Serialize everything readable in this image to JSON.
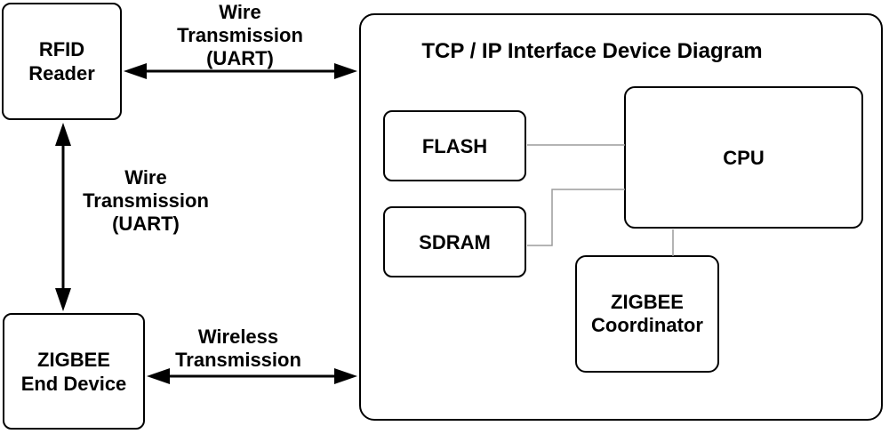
{
  "diagram": {
    "title": "TCP / IP Interface Device Diagram",
    "nodes": {
      "rfid_reader": {
        "label": "RFID\nReader"
      },
      "zigbee_end_device": {
        "label": "ZIGBEE\nEnd Device"
      },
      "flash": {
        "label": "FLASH"
      },
      "sdram": {
        "label": "SDRAM"
      },
      "cpu": {
        "label": "CPU"
      },
      "zigbee_coordinator": {
        "label": "ZIGBEE\nCoordinator"
      }
    },
    "connections": {
      "rfid_to_device": {
        "label": "Wire\nTransmission\n(UART)",
        "style": "double-headed-arrow"
      },
      "rfid_to_zigbee_end": {
        "label": "Wire\nTransmission\n(UART)",
        "style": "double-headed-arrow"
      },
      "zigbee_end_to_device": {
        "label": "Wireless\nTransmission",
        "style": "double-headed-arrow"
      },
      "flash_to_cpu": {
        "label": "",
        "style": "plain-line"
      },
      "sdram_to_cpu": {
        "label": "",
        "style": "plain-line"
      },
      "cpu_to_zigbee_coordinator": {
        "label": "",
        "style": "plain-line"
      }
    },
    "colors": {
      "stroke": "#000000",
      "connector_line": "#9b9b9b",
      "background": "#ffffff",
      "text": "#000000"
    }
  }
}
